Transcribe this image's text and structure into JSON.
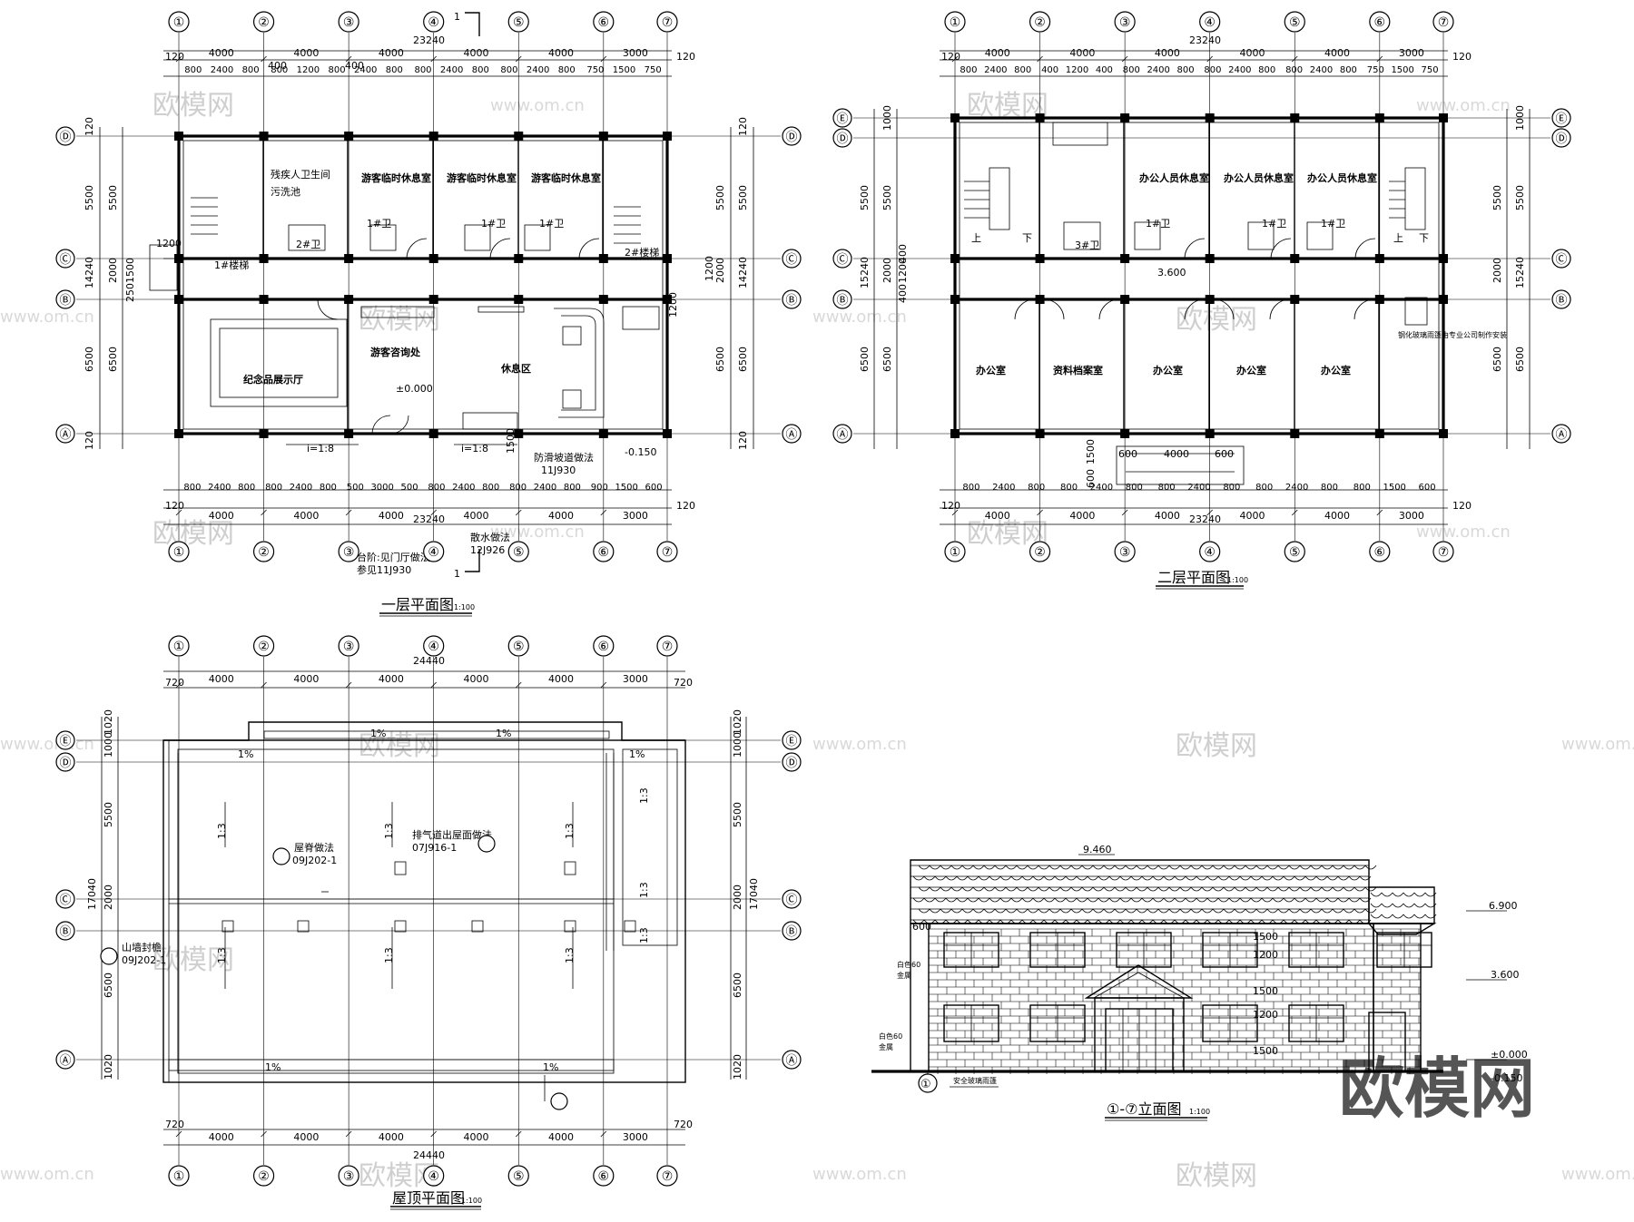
{
  "watermark": {
    "brand": "欧模网",
    "site": "www.om.cn",
    "big_logo": "欧模网"
  },
  "axis_numbers": [
    "①",
    "②",
    "③",
    "④",
    "⑤",
    "⑥",
    "⑦"
  ],
  "axis_letters_4": [
    "Ⓓ",
    "Ⓒ",
    "Ⓑ",
    "Ⓐ"
  ],
  "axis_letters_5": [
    "Ⓔ",
    "Ⓓ",
    "Ⓒ",
    "Ⓑ",
    "Ⓐ"
  ],
  "floor1": {
    "title": "一层平面图",
    "scale": "1:100",
    "overall": "23240",
    "bays": [
      "4000",
      "4000",
      "4000",
      "4000",
      "4000",
      "3000"
    ],
    "sub": [
      "800",
      "2400",
      "800",
      "800",
      "1200",
      "800",
      "2400",
      "800",
      "800",
      "2400",
      "800",
      "800",
      "2400",
      "800",
      "750",
      "1500",
      "750"
    ],
    "bottom_sub": [
      "800",
      "2400",
      "800",
      "800",
      "2400",
      "800",
      "500",
      "3000",
      "500",
      "800",
      "2400",
      "800",
      "800",
      "2400",
      "800",
      "900",
      "1500",
      "600"
    ],
    "edge": "120",
    "sect": "400",
    "vdims": [
      "5500",
      "2000",
      "6500"
    ],
    "vsub": [
      "1500",
      "250"
    ],
    "total_v": "14240",
    "vtop": "120",
    "door_w": "1200",
    "rooms": {
      "hall": "纪念品展示厅",
      "lobby": "游客咨询处",
      "rest": "休息区",
      "wc1": "游客临时休息室",
      "wc2": "游客临时休息室",
      "wc3": "游客临时休息室",
      "toilet": "残疾人卫生间",
      "wash": "污洗池",
      "stair": "1#楼梯",
      "stair2": "2#楼梯",
      "wc_lbl1": "2#卫",
      "wc_lbl2": "1#卫",
      "wc_lbl3": "1#卫",
      "wc_lbl4": "1#卫"
    },
    "elev": "±0.000",
    "elev_out": "-0.150",
    "ramp1": "i=1:8",
    "ramp2": "i=1:8",
    "notes": [
      "防滑坡道做法",
      "11J930",
      "台阶:见门厅做法",
      "参见11J930",
      "散水做法",
      "12J926"
    ],
    "cut": "1",
    "v1500": "1500",
    "vert_small": "1200"
  },
  "floor2": {
    "title": "二层平面图",
    "scale": "1:100",
    "overall": "23240",
    "bays": [
      "4000",
      "4000",
      "4000",
      "4000",
      "4000",
      "3000"
    ],
    "sub": [
      "800",
      "2400",
      "800",
      "400",
      "1200",
      "400",
      "800",
      "2400",
      "800",
      "800",
      "2400",
      "800",
      "800",
      "2400",
      "800",
      "750",
      "1500",
      "750"
    ],
    "bottom_sub": [
      "800",
      "2400",
      "800",
      "800",
      "2400",
      "800",
      "800",
      "2400",
      "800",
      "800",
      "2400",
      "800",
      "800",
      "1500",
      "600"
    ],
    "edge": "120",
    "vdims": [
      "1000",
      "5500",
      "2000",
      "6500"
    ],
    "total_v": "15240",
    "vsub": [
      "1200",
      "400",
      "400"
    ],
    "rooms": {
      "o1": "办公室",
      "o2": "资料档案室",
      "o3": "办公室",
      "o4": "办公室",
      "o5": "办公室",
      "r1": "办公人员休息室",
      "r2": "办公人员休息室",
      "r3": "办公人员休息室",
      "stairs_up": "上",
      "stairs_dn": "下",
      "wc3": "3#卫",
      "wc1": "1#卫",
      "wc1b": "1#卫",
      "wc1c": "1#卫",
      "note": "钢化玻璃雨篷由专业公司制作安装"
    },
    "elev": "3.600",
    "canopy": "4000",
    "canopy_side": "600",
    "canopy_v": "1500",
    "canopy_v2": "600"
  },
  "roof": {
    "title": "屋顶平面图",
    "scale": "1:100",
    "overall": "24440",
    "bays": [
      "4000",
      "4000",
      "4000",
      "4000",
      "4000",
      "3000"
    ],
    "edge": "720",
    "vdims": [
      "1020",
      "1000",
      "5500",
      "2000",
      "6500",
      "1020"
    ],
    "total_v": "17040",
    "slopes": [
      "1:3",
      "1:3",
      "1:3",
      "1:3",
      "1:3",
      "1:3",
      "1:3",
      "1:3",
      "1:3"
    ],
    "pct": [
      "1%",
      "1%",
      "1%",
      "1%",
      "1%",
      "1%"
    ],
    "notes": [
      "屋脊做法",
      "09J202-1",
      "排气道出屋面做法",
      "07J916-1",
      "山墙封檐",
      "09J202-1"
    ]
  },
  "elevation": {
    "title": "①-⑦立面图",
    "scale": "1:100",
    "levels": [
      "9.460",
      "6.900",
      "3.600",
      "±0.000",
      "-0.150"
    ],
    "notes": [
      "白色60",
      "金属",
      "白色60",
      "金属",
      "安全玻璃雨篷"
    ],
    "small": [
      "600",
      "1500",
      "1200",
      "1500",
      "1200",
      "1500"
    ],
    "axis": "①"
  }
}
